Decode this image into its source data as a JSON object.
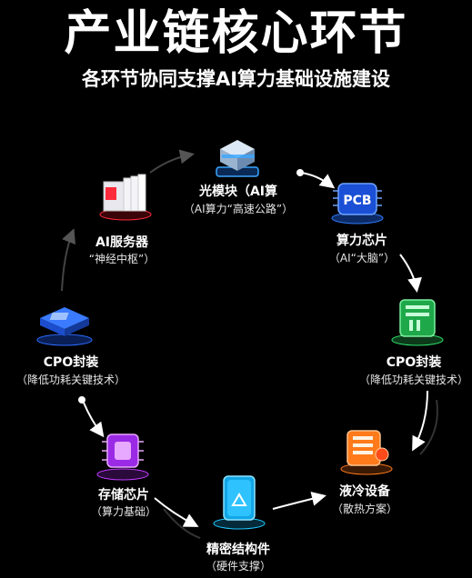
{
  "header": {
    "title": "产业链核心环节",
    "subtitle": "各环节协同支撑AI算力基础设施建设"
  },
  "nodes": [
    {
      "id": "optical",
      "label": "光模块（AI算",
      "sub": "（AI算力“高速公路”）",
      "icon": "optical-module-icon",
      "color": "#3aa6ff"
    },
    {
      "id": "chip",
      "label": "算力芯片",
      "sub": "（AI“大脑”）",
      "icon": "pcb-chip-icon",
      "color": "#2f7dff",
      "icon_text": "PCB"
    },
    {
      "id": "cpo-right",
      "label": "CPO封装",
      "sub": "（降低功耗关键技术）",
      "icon": "cpo-package-icon-green",
      "color": "#2ee06a"
    },
    {
      "id": "cooling",
      "label": "液冷设备",
      "sub": "（散热方案）",
      "icon": "liquid-cooling-icon",
      "color": "#ff7a1a"
    },
    {
      "id": "structure",
      "label": "精密结构件",
      "sub": "（硬件支撑）",
      "icon": "precision-structure-icon",
      "color": "#1fc8ff"
    },
    {
      "id": "storage",
      "label": "存储芯片",
      "sub": "（算力基础）",
      "icon": "storage-chip-icon",
      "color": "#c03cff"
    },
    {
      "id": "cpo-left",
      "label": "CPO封装",
      "sub": "（降低功耗关键技术）",
      "icon": "cpo-package-icon-blue",
      "color": "#2b6bff"
    },
    {
      "id": "server",
      "label": "AI服务器",
      "sub": "“神经中枢”）",
      "icon": "ai-server-icon",
      "color": "#ff2b3c"
    }
  ]
}
